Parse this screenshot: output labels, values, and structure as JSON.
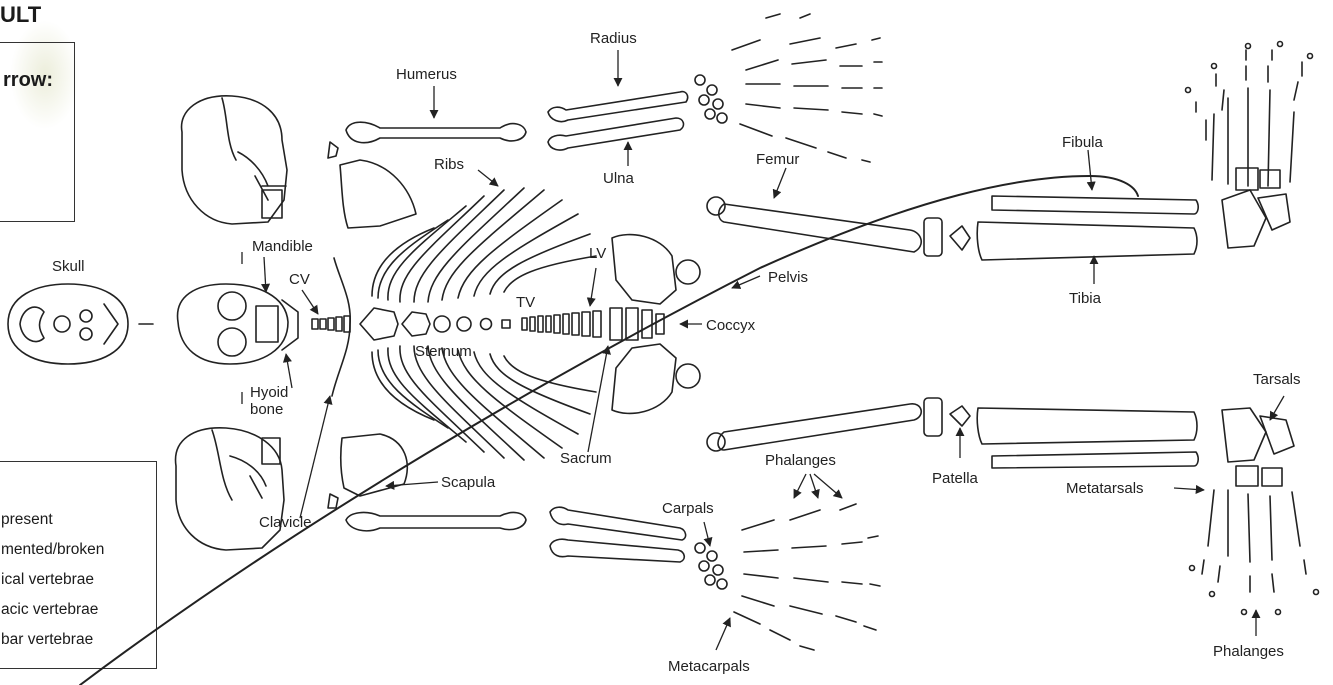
{
  "header": {
    "title": "ULT"
  },
  "arrow_box": {
    "heading": "rrow:"
  },
  "legend": {
    "items": [
      "present",
      "mented/broken",
      "ical vertebrae",
      "acic vertebrae",
      "bar vertebrae"
    ]
  },
  "labels": {
    "skull": "Skull",
    "mandible": "Mandible",
    "cv": "CV",
    "hyoid": "Hyoid",
    "bone": "bone",
    "clavicle": "Clavicle",
    "scapula": "Scapula",
    "humerus": "Humerus",
    "radius": "Radius",
    "ulna": "Ulna",
    "ribs": "Ribs",
    "lv": "LV",
    "tv": "TV",
    "sternum": "Sternum",
    "sacrum": "Sacrum",
    "coccyx": "Coccyx",
    "pelvis": "Pelvis",
    "femur": "Femur",
    "fibula": "Fibula",
    "tibia": "Tibia",
    "patella": "Patella",
    "tarsals": "Tarsals",
    "metatarsals": "Metatarsals",
    "phalanges_foot": "Phalanges",
    "phalanges_hand": "Phalanges",
    "carpals": "Carpals",
    "metacarpals": "Metacarpals"
  }
}
